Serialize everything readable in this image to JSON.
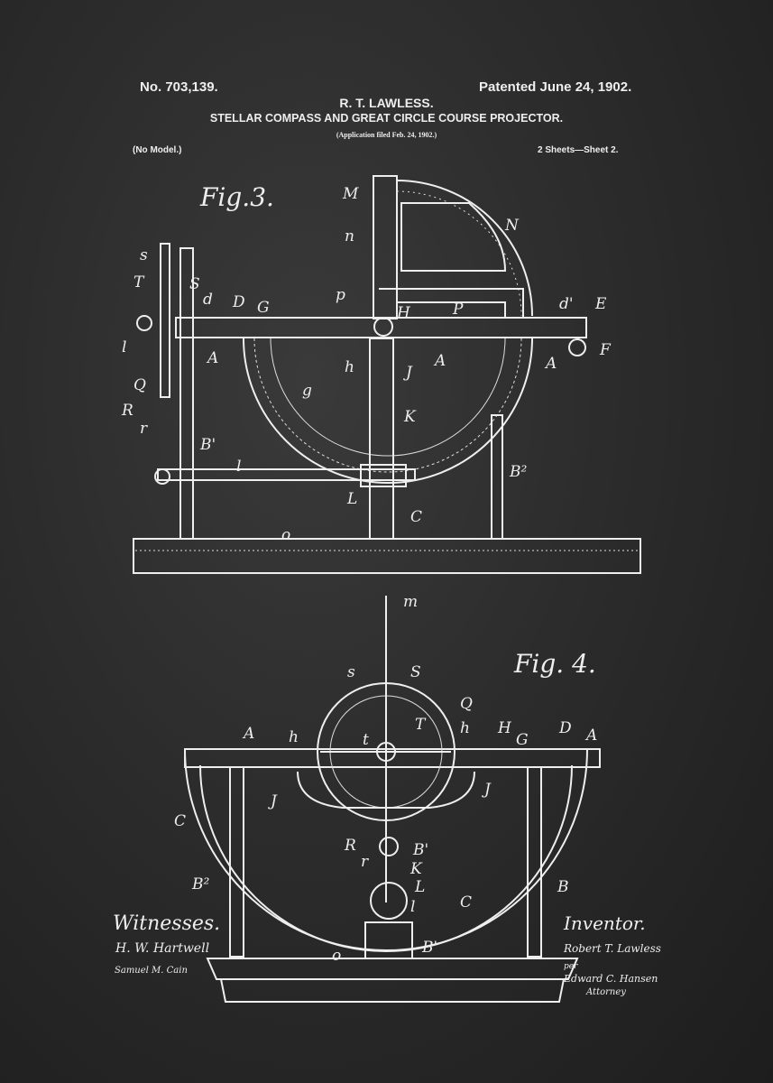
{
  "header": {
    "patent_no": "No. 703,139.",
    "patented": "Patented June 24, 1902.",
    "inventor_name": "R. T. LAWLESS.",
    "title": "STELLAR COMPASS AND GREAT CIRCLE COURSE PROJECTOR.",
    "application": "(Application filed Feb. 24, 1902.)",
    "model": "(No Model.)",
    "sheets": "2 Sheets—Sheet 2."
  },
  "fig3": {
    "title": "Fig.3.",
    "labels": [
      "M",
      "N",
      "n",
      "p",
      "P",
      "H",
      "h",
      "J",
      "A",
      "A",
      "A",
      "d'",
      "E",
      "F",
      "s",
      "T",
      "S",
      "d",
      "D",
      "G",
      "l",
      "Q",
      "R",
      "r",
      "B'",
      "g",
      "K",
      "l",
      "L",
      "C",
      "B²",
      "o"
    ]
  },
  "fig4": {
    "title": "Fig. 4.",
    "labels": [
      "m",
      "s",
      "S",
      "Q",
      "T",
      "t",
      "h",
      "H",
      "G",
      "D",
      "A",
      "A",
      "h",
      "J",
      "J",
      "C",
      "R",
      "r",
      "B'",
      "K",
      "L",
      "l",
      "C",
      "B",
      "B²",
      "o",
      "B'"
    ]
  },
  "signatures": {
    "witnesses_label": "Witnesses.",
    "witness_1": "H. W. Hartwell",
    "witness_2": "Samuel M. Cain",
    "inventor_label": "Inventor.",
    "inventor": "Robert T. Lawless",
    "per": "per",
    "attorney_name": "Edward C. Hansen",
    "attorney": "Attorney"
  },
  "colors": {
    "background": "#2b2b2b",
    "ink": "#eeeeee"
  }
}
